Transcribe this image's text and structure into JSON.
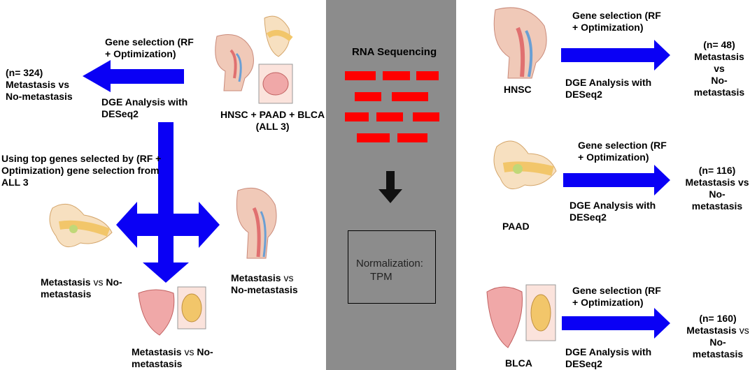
{
  "center": {
    "title": "RNA Sequencing",
    "norm_line1": "Normalization:",
    "norm_line2": "TPM"
  },
  "combined": {
    "label_line1": "HNSC + PAAD + BLCA",
    "label_line2": "(ALL 3)",
    "gene_sel_line1": "Gene selection (RF",
    "gene_sel_line2": "+ Optimization)",
    "dge_line1": "DGE Analysis with",
    "dge_line2": "DESeq2",
    "n": "(n= 324)",
    "result_line1": "Metastasis vs",
    "result_line2": "No-metastasis",
    "using_line1": "Using top genes selected by (RF +",
    "using_line2": "Optimization)  gene selection from",
    "using_line3": "ALL 3"
  },
  "outcomes": {
    "left_bold": "Metastasis",
    "left_vs": " vs ",
    "left_bold2": "No-",
    "left_line2": "metastasis",
    "right_bold": "Metastasis",
    "right_vs": " vs",
    "right_line2": "No-metastasis",
    "bottom_bold": "Metastasis",
    "bottom_vs": " vs ",
    "bottom_bold2": "No-",
    "bottom_line2": "metastasis"
  },
  "hnsc": {
    "label": "HNSC",
    "gene_sel_line1": "Gene selection (RF",
    "gene_sel_line2": "+ Optimization)",
    "dge_line1": "DGE Analysis with",
    "dge_line2": "DESeq2",
    "n": "(n= 48)",
    "result_line1": "Metastasis vs",
    "result_line2": "No-metastasis"
  },
  "paad": {
    "label": "PAAD",
    "gene_sel_line1": "Gene selection (RF",
    "gene_sel_line2": "+ Optimization)",
    "dge_line1": "DGE Analysis with",
    "dge_line2": "DESeq2",
    "n": "(n= 116)",
    "result_line1": "Metastasis vs",
    "result_line2": "No-metastasis"
  },
  "blca": {
    "label": "BLCA",
    "gene_sel_line1": "Gene selection (RF",
    "gene_sel_line2": "+ Optimization)",
    "dge_line1": "DGE Analysis with",
    "dge_line2": "DESeq2",
    "n": "(n= 160)",
    "result_line1": "Metastasis",
    "result_vs": " vs",
    "result_line2": "No-metastasis"
  },
  "colors": {
    "arrow": "#0a00f5",
    "panel": "#8c8c8c",
    "dash": "#ff0000",
    "tissue_pink": "#f0a8a8",
    "organ_orange": "#f2c66a"
  }
}
